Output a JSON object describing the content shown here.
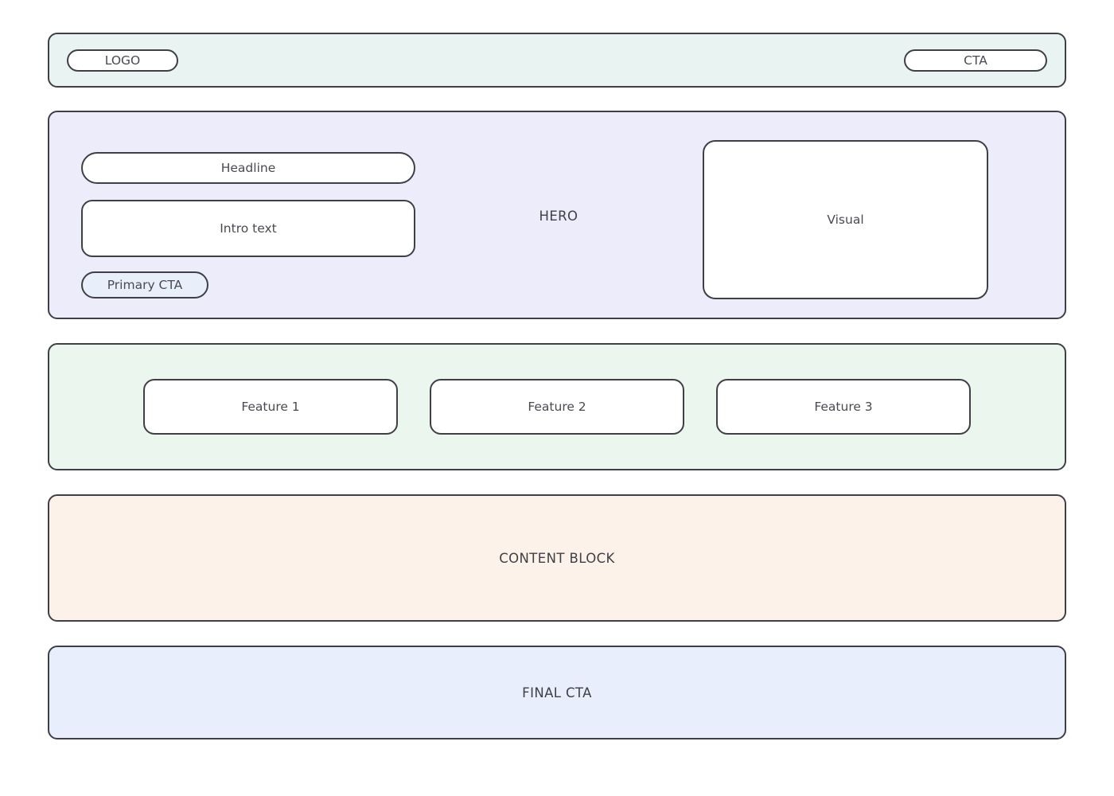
{
  "page": {
    "background": "#ffffff",
    "stroke_color": "#3f3f46",
    "text_color": "#4a4a52"
  },
  "header": {
    "background": "#e8f3f2",
    "logo_label": "LOGO",
    "cta_label": "CTA"
  },
  "hero": {
    "background": "#ececfb",
    "section_label": "HERO",
    "headline_label": "Headline",
    "intro_label": "Intro text",
    "primary_cta_label": "Primary CTA",
    "primary_cta_fill": "#e9eefb",
    "visual_label": "Visual"
  },
  "features": {
    "background": "#eaf6ee",
    "cards": [
      {
        "label": "Feature 1"
      },
      {
        "label": "Feature 2"
      },
      {
        "label": "Feature 3"
      }
    ]
  },
  "content_block": {
    "background": "#fdf2e9",
    "label": "CONTENT BLOCK"
  },
  "final_cta": {
    "background": "#e8eefc",
    "label": "FINAL CTA"
  }
}
